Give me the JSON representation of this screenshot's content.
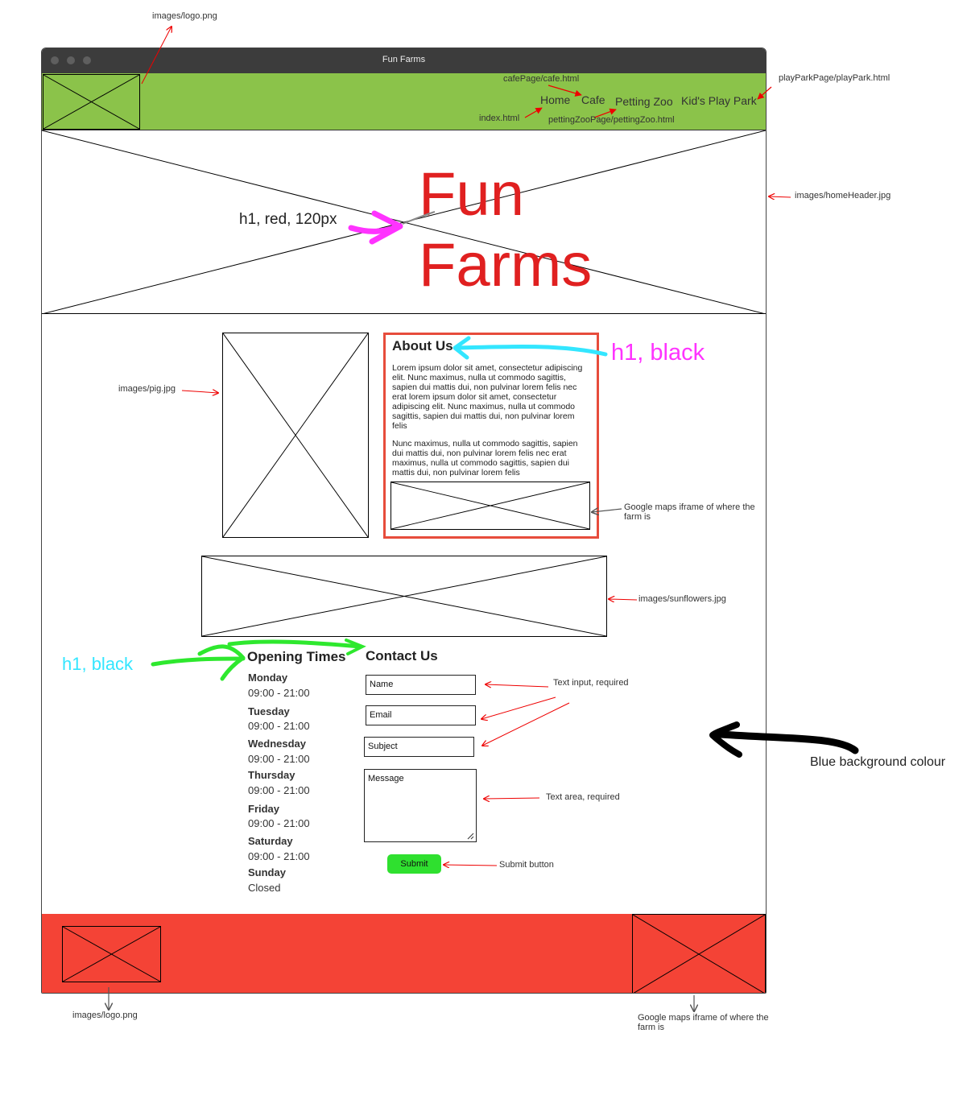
{
  "window": {
    "title": "Fun Farms"
  },
  "nav": {
    "links": [
      "Home",
      "Cafe",
      "Petting Zoo",
      "Kid's Play Park"
    ]
  },
  "header": {
    "title_line1": "Fun",
    "title_line2": "Farms"
  },
  "about": {
    "heading": "About Us",
    "para1": "Lorem ipsum dolor sit amet, consectetur adipiscing elit. Nunc maximus, nulla ut commodo sagittis, sapien dui mattis dui, non pulvinar lorem felis nec erat lorem ipsum dolor sit amet, consectetur adipiscing elit. Nunc maximus, nulla ut commodo sagittis, sapien dui mattis dui, non pulvinar lorem felis",
    "para2": "Nunc maximus, nulla ut commodo sagittis, sapien dui mattis dui, non pulvinar lorem felis nec erat maximus, nulla ut commodo sagittis, sapien dui mattis dui, non pulvinar lorem felis"
  },
  "opening": {
    "heading": "Opening Times",
    "days": [
      {
        "day": "Monday",
        "time": "09:00 - 21:00"
      },
      {
        "day": "Tuesday",
        "time": "09:00 - 21:00"
      },
      {
        "day": "Wednesday",
        "time": "09:00 - 21:00"
      },
      {
        "day": "Thursday",
        "time": "09:00 - 21:00"
      },
      {
        "day": "Friday",
        "time": "09:00 - 21:00"
      },
      {
        "day": "Saturday",
        "time": "09:00 - 21:00"
      },
      {
        "day": "Sunday",
        "time": "Closed"
      }
    ]
  },
  "contact": {
    "heading": "Contact Us",
    "name": "Name",
    "email": "Email",
    "subject": "Subject",
    "message": "Message",
    "submit": "Submit"
  },
  "annotations": {
    "logo_top": "images/logo.png",
    "cafe_path": "cafePage/cafe.html",
    "index_path": "index.html",
    "zoo_path": "pettingZooPage/pettingZoo.html",
    "playpark_path": "playParkPage/playPark.html",
    "header_img": "images/homeHeader.jpg",
    "h1_red": "h1, red, 120px",
    "h1_black_about": "h1, black",
    "pig_img": "images/pig.jpg",
    "maps_about": "Google maps iframe of where the farm is",
    "sunflowers": "images/sunflowers.jpg",
    "h1_black_left": "h1, black",
    "text_input": "Text input, required",
    "blue_bg": "Blue background colour",
    "text_area": "Text area, required",
    "submit_btn": "Submit button",
    "logo_bottom": "images/logo.png",
    "maps_footer": "Google maps iframe of where the farm is"
  },
  "colors": {
    "nav": "#8bc34a",
    "title_red": "#e02020",
    "footer": "#f44336",
    "submit": "#2fe02f",
    "about_border": "#e74c3c",
    "magenta": "#ff33ff",
    "cyan": "#33e6ff",
    "green": "#2ee82e"
  }
}
